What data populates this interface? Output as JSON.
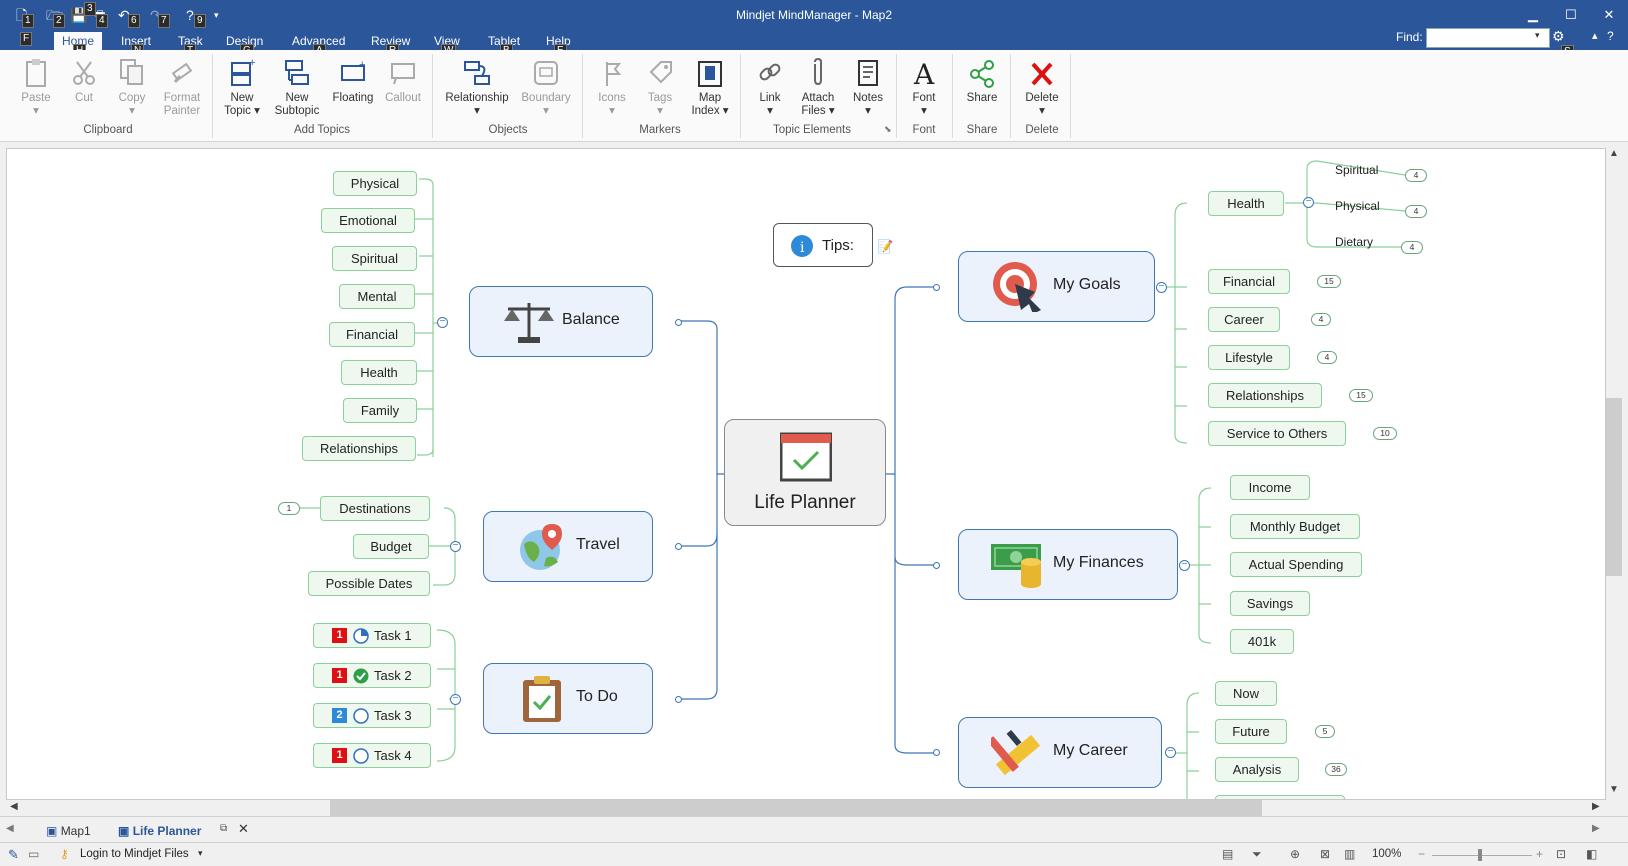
{
  "window": {
    "title": "Mindjet MindManager - Map2"
  },
  "qat": {
    "keytips": [
      "1",
      "2",
      "3",
      "4",
      "6",
      "7",
      "9"
    ]
  },
  "tabs": [
    {
      "label": "Home",
      "key": "H"
    },
    {
      "label": "Insert",
      "key": "N"
    },
    {
      "label": "Task",
      "key": "T"
    },
    {
      "label": "Design",
      "key": "G"
    },
    {
      "label": "Advanced",
      "key": "A"
    },
    {
      "label": "Review",
      "key": "R"
    },
    {
      "label": "View",
      "key": "W"
    },
    {
      "label": "Tablet",
      "key": "B"
    },
    {
      "label": "Help",
      "key": "E"
    }
  ],
  "file_key": "F",
  "find": {
    "label": "Find:",
    "value": "",
    "key": "S"
  },
  "ribbon": {
    "paste": "Paste",
    "cut": "Cut",
    "copy": "Copy",
    "format1": "Format",
    "format2": "Painter",
    "clipboard": "Clipboard",
    "newtopic1": "New",
    "newtopic2": "Topic",
    "newsub1": "New",
    "newsub2": "Subtopic",
    "floating": "Floating",
    "callout": "Callout",
    "addtopics": "Add Topics",
    "relationship": "Relationship",
    "boundary": "Boundary",
    "objects": "Objects",
    "icons": "Icons",
    "tags": "Tags",
    "mapindex1": "Map",
    "mapindex2": "Index",
    "markers": "Markers",
    "link": "Link",
    "attach1": "Attach",
    "attach2": "Files",
    "notes": "Notes",
    "topicelements": "Topic Elements",
    "font": "Font",
    "fontgroup": "Font",
    "share": "Share",
    "sharegroup": "Share",
    "delete": "Delete",
    "deletegroup": "Delete"
  },
  "map": {
    "central": "Life Planner",
    "tips": "Tips:",
    "balance": {
      "label": "Balance",
      "children": [
        "Physical",
        "Emotional",
        "Spiritual",
        "Mental",
        "Financial",
        "Health",
        "Family",
        "Relationships"
      ]
    },
    "travel": {
      "label": "Travel",
      "children": [
        "Destinations",
        "Budget",
        "Possible Dates"
      ],
      "destinations_badge": "1"
    },
    "todo": {
      "label": "To Do",
      "tasks": [
        {
          "label": "Task 1",
          "priority": "1"
        },
        {
          "label": "Task 2",
          "priority": "1"
        },
        {
          "label": "Task 3",
          "priority": "2"
        },
        {
          "label": "Task 4",
          "priority": "1"
        }
      ]
    },
    "goals": {
      "label": "My Goals",
      "children": [
        {
          "label": "Health",
          "badge": ""
        },
        {
          "label": "Financial",
          "badge": "15"
        },
        {
          "label": "Career",
          "badge": "4"
        },
        {
          "label": "Lifestyle",
          "badge": "4"
        },
        {
          "label": "Relationships",
          "badge": "15"
        },
        {
          "label": "Service to Others",
          "badge": "10"
        }
      ],
      "health_children": [
        {
          "label": "Spiritual",
          "badge": "4"
        },
        {
          "label": "Physical",
          "badge": "4"
        },
        {
          "label": "Dietary",
          "badge": "4"
        }
      ]
    },
    "finances": {
      "label": "My Finances",
      "children": [
        "Income",
        "Monthly Budget",
        "Actual Spending",
        "Savings",
        "401k"
      ]
    },
    "career": {
      "label": "My Career",
      "children": [
        {
          "label": "Now",
          "badge": ""
        },
        {
          "label": "Future",
          "badge": "5"
        },
        {
          "label": "Analysis",
          "badge": "36"
        }
      ]
    }
  },
  "doctabs": {
    "map1": "Map1",
    "lifeplanner": "Life Planner"
  },
  "status": {
    "login": "Login to Mindjet Files",
    "zoom": "100%"
  }
}
